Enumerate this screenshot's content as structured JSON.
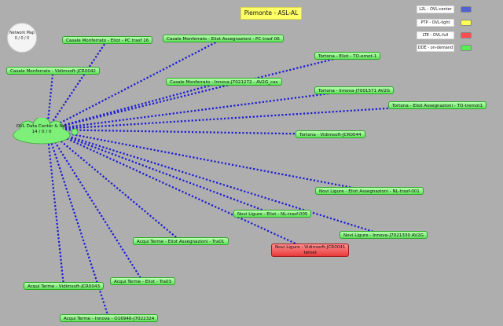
{
  "title": "Piemonte - ASL-AL",
  "network_map": {
    "label": "Network Map",
    "counts": "0 / 0 / 0"
  },
  "hub": {
    "label": "OVL Data Center & Net",
    "counts": "14 / 0 / 0"
  },
  "nodes": [
    {
      "id": "n1",
      "label": "Casale Monferrato - Eliot - PC trasf 16"
    },
    {
      "id": "n2",
      "label": "Casale Monferrato - Eliot Assegnazioni - PC trasf 06"
    },
    {
      "id": "n3",
      "label": "Casale Monferrato - Vidimsoft-JCR0042"
    },
    {
      "id": "n4",
      "label": "Tortona - Eliot - TO-emot-1"
    },
    {
      "id": "n5",
      "label": "Casale Monferrato - Innova-J7021272 - AV2G_cas"
    },
    {
      "id": "n6",
      "label": "Tortona - Innova-J7001571 AV2G"
    },
    {
      "id": "n7",
      "label": "Tortona - Eliot Assegnazioni - TO-tremot1"
    },
    {
      "id": "n8",
      "label": "Tortona - Vidimsoft-JCR0044"
    },
    {
      "id": "n9",
      "label": "Novi Ligure - Eliot Assegnazioni - NL-trasf-001"
    },
    {
      "id": "n10",
      "label": "Novi Ligure - Eliot - NL-trasf-005"
    },
    {
      "id": "n11",
      "label": "Novi Ligure - Innova-J7021330 AV2G"
    },
    {
      "id": "n12",
      "label": "Novi Ligure - Vidimsoft-JCR0041",
      "sub": "telnet",
      "status": "alarm"
    },
    {
      "id": "n13",
      "label": "Acqui Terme - Eliot Assegnazioni - Tra01"
    },
    {
      "id": "n14",
      "label": "Acqui Terme - Eliot - Tra03"
    },
    {
      "id": "n15",
      "label": "Acqui Terme - Vidimsoft-JCR0043"
    },
    {
      "id": "n16",
      "label": "Acqui Terme - Innova - O16946-J7022324"
    }
  ],
  "legend": [
    {
      "label": "L2L - OVL-center",
      "color": "#4f63d6"
    },
    {
      "label": "PTP - OVL-light",
      "color": "#ffff55"
    },
    {
      "label": "LTE - OVL-full",
      "color": "#ff4d4d"
    },
    {
      "label": "DDE - on-demand",
      "color": "#55ee55"
    }
  ],
  "colors": {
    "background": "#aeaeae",
    "link": "#1a1ad6",
    "node_ok": "#66e860",
    "node_alarm": "#e93a3a"
  }
}
